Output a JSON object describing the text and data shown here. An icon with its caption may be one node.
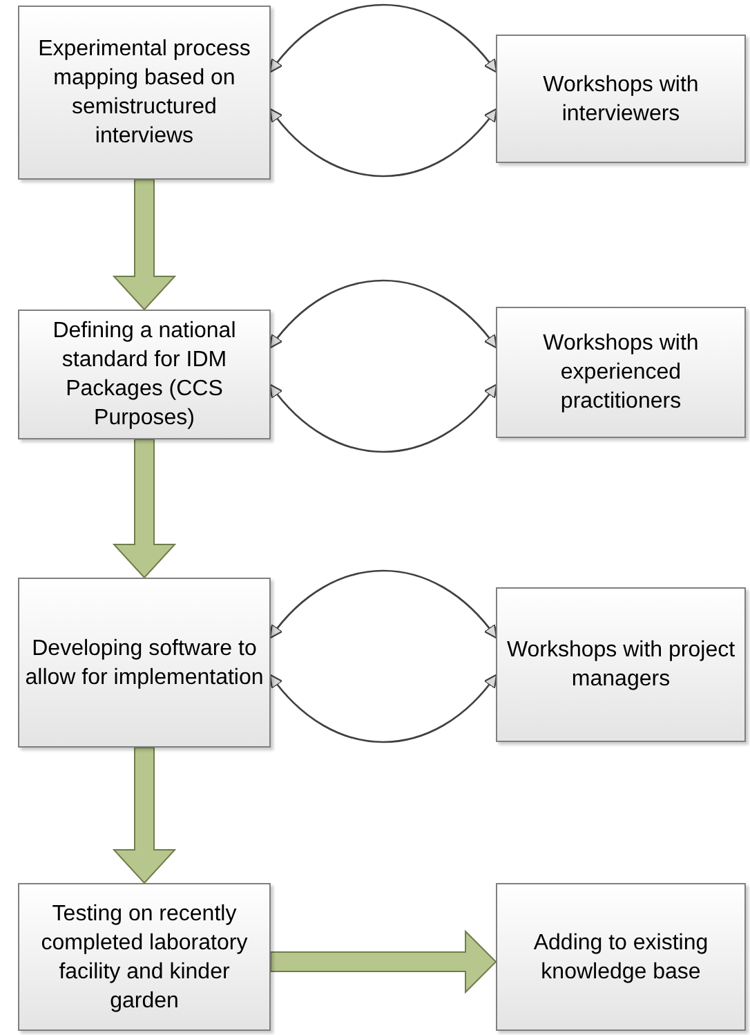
{
  "diagram": {
    "nodes": [
      {
        "text": [
          "Experimental process mapping based on semistructured interviews"
        ]
      },
      {
        "text": [
          "Workshops with interviewers"
        ]
      },
      {
        "text": [
          "Defining a national standard for IDM Packages (CCS Purposes)"
        ]
      },
      {
        "text": [
          "Workshops with experienced practitioners"
        ]
      },
      {
        "text": [
          "Developing software to allow for implementation"
        ]
      },
      {
        "text": [
          "Workshops with project managers"
        ]
      },
      {
        "text": [
          "Testing on recently completed laboratory facility and kinder garden"
        ]
      },
      {
        "text": [
          "Adding to existing knowledge base"
        ]
      }
    ],
    "edges": [
      {
        "from": 0,
        "to": 1,
        "arrow": "both"
      },
      {
        "from": 0,
        "to": 1,
        "arrow": "both"
      },
      {
        "from": 0,
        "to": 2,
        "arrow": "to",
        "style": "thick",
        "color": "#b7c68c"
      },
      {
        "from": 2,
        "to": 3,
        "arrow": "both"
      },
      {
        "from": 2,
        "to": 3,
        "arrow": "both"
      },
      {
        "from": 2,
        "to": 4,
        "arrow": "to",
        "style": "thick",
        "color": "#b7c68c"
      },
      {
        "from": 4,
        "to": 5,
        "arrow": "both"
      },
      {
        "from": 4,
        "to": 5,
        "arrow": "both"
      },
      {
        "from": 4,
        "to": 6,
        "arrow": "to",
        "style": "thick",
        "color": "#b7c68c"
      },
      {
        "from": 6,
        "to": 7,
        "arrow": "to",
        "style": "thick",
        "color": "#b7c68c"
      }
    ]
  }
}
